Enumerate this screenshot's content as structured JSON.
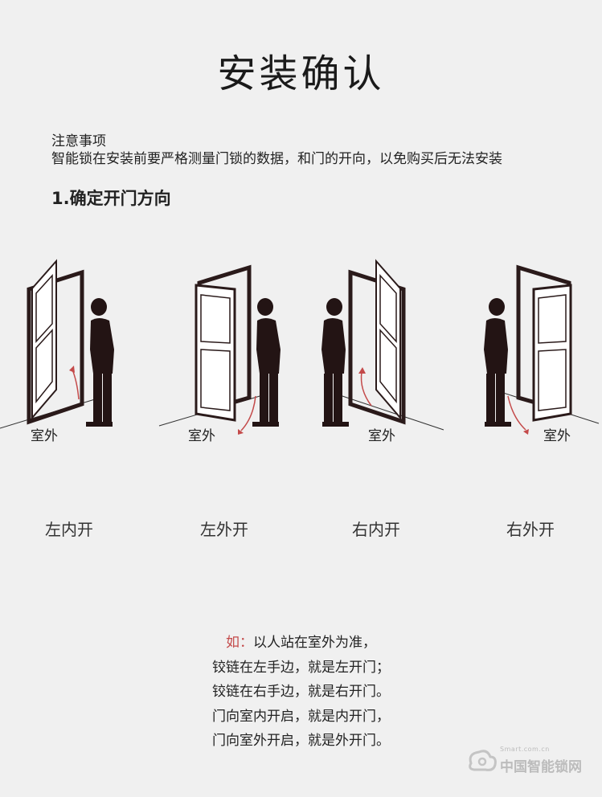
{
  "title": "安装确认",
  "notice": {
    "heading": "注意事项",
    "body": "智能锁在安装前要严格测量门锁的数据，和门的开向，以免购买后无法安装"
  },
  "section": {
    "title": "1.确定开门方向"
  },
  "diagrams": [
    {
      "outdoor_label": "室外",
      "caption": "左内开"
    },
    {
      "outdoor_label": "室外",
      "caption": "左外开"
    },
    {
      "outdoor_label": "室外",
      "caption": "右内开"
    },
    {
      "outdoor_label": "室外",
      "caption": "右外开"
    }
  ],
  "rules": {
    "prefix": "如：",
    "lines": [
      "以人站在室外为准，",
      "铰链在左手边，就是左开门；",
      "铰链在右手边，就是右开门。",
      "门向室内开启，就是内开门，",
      "门向室外开启，就是外开门。"
    ]
  },
  "watermark": {
    "small": "Smart.com.cn",
    "text": "中国智能锁网"
  },
  "colors": {
    "background": "#f0f0f0",
    "arrow": "#c44a4a",
    "door_frame": "#2a1a1a",
    "figure": "#231414"
  }
}
